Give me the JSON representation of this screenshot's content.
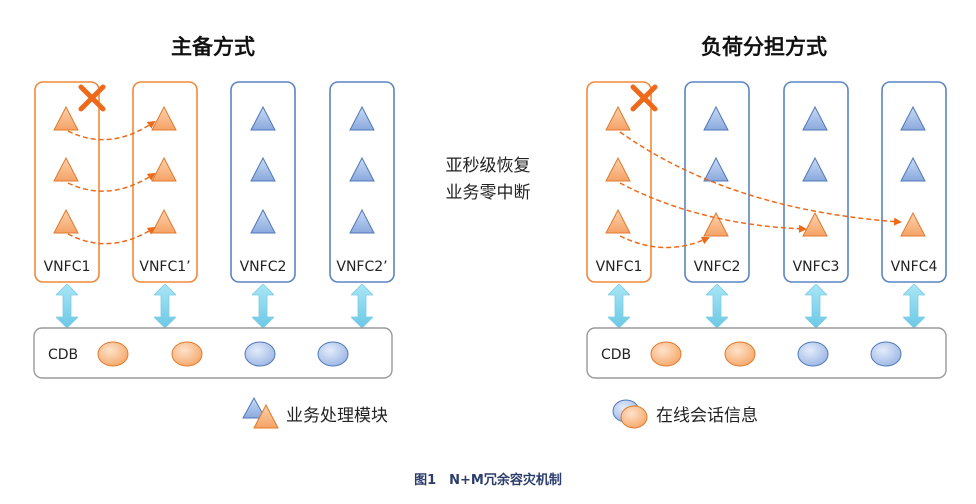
{
  "left": {
    "title": "主备方式",
    "modules": [
      "VNFC1",
      "VNFC1’",
      "VNFC2",
      "VNFC2’"
    ],
    "cdb_label": "CDB"
  },
  "right": {
    "title": "负荷分担方式",
    "modules": [
      "VNFC1",
      "VNFC2",
      "VNFC3",
      "VNFC4"
    ],
    "cdb_label": "CDB"
  },
  "middle_text": {
    "line1": "亚秒级恢复",
    "line2": "业务零中断"
  },
  "legend": {
    "triangle_label": "业务处理模块",
    "circle_label": "在线会话信息"
  },
  "caption": "图1　N+M冗余容灾机制",
  "colors": {
    "orange": "#f0883a",
    "orange_fill": "#f9b98a",
    "blue": "#5b84c4",
    "blue_fill": "#a9c1ea",
    "arrow_cyan": "#7fd3ec",
    "failure_x": "#ee6a1a",
    "cdb_border": "#9a9a9a"
  },
  "icons": {
    "failure": "x-mark-icon",
    "triangle": "triangle-icon",
    "circle": "circle-icon",
    "sync": "double-arrow-icon"
  }
}
